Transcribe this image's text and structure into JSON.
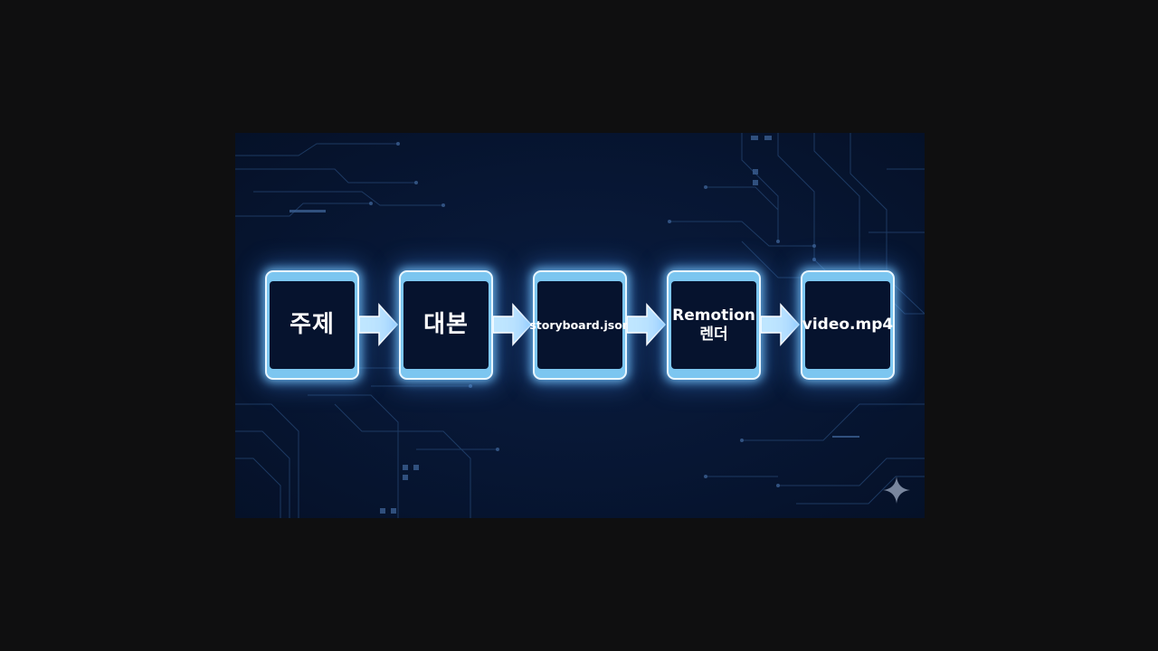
{
  "diagram": {
    "type": "flow",
    "steps": [
      {
        "id": "topic",
        "label": "주제",
        "sublabel": ""
      },
      {
        "id": "script",
        "label": "대본",
        "sublabel": ""
      },
      {
        "id": "storyboard",
        "label": "storyboard.json",
        "sublabel": ""
      },
      {
        "id": "render",
        "label": "Remotion",
        "sublabel": "렌더"
      },
      {
        "id": "video",
        "label": "video.mp4",
        "sublabel": ""
      }
    ],
    "connectors": [
      "arrow",
      "arrow",
      "arrow",
      "arrow"
    ]
  },
  "colors": {
    "page_background": "#0f0f10",
    "slide_background": "#071633",
    "node_frame": "#7cc6f0",
    "node_fill": "#06132e",
    "node_glow": "#78c8ff",
    "arrow_fill": "#bfe6ff",
    "text": "#ffffff",
    "circuit_lines": "#2a4a78"
  },
  "icons": {
    "watermark": "sparkle-icon",
    "connector": "arrow-right-icon"
  }
}
